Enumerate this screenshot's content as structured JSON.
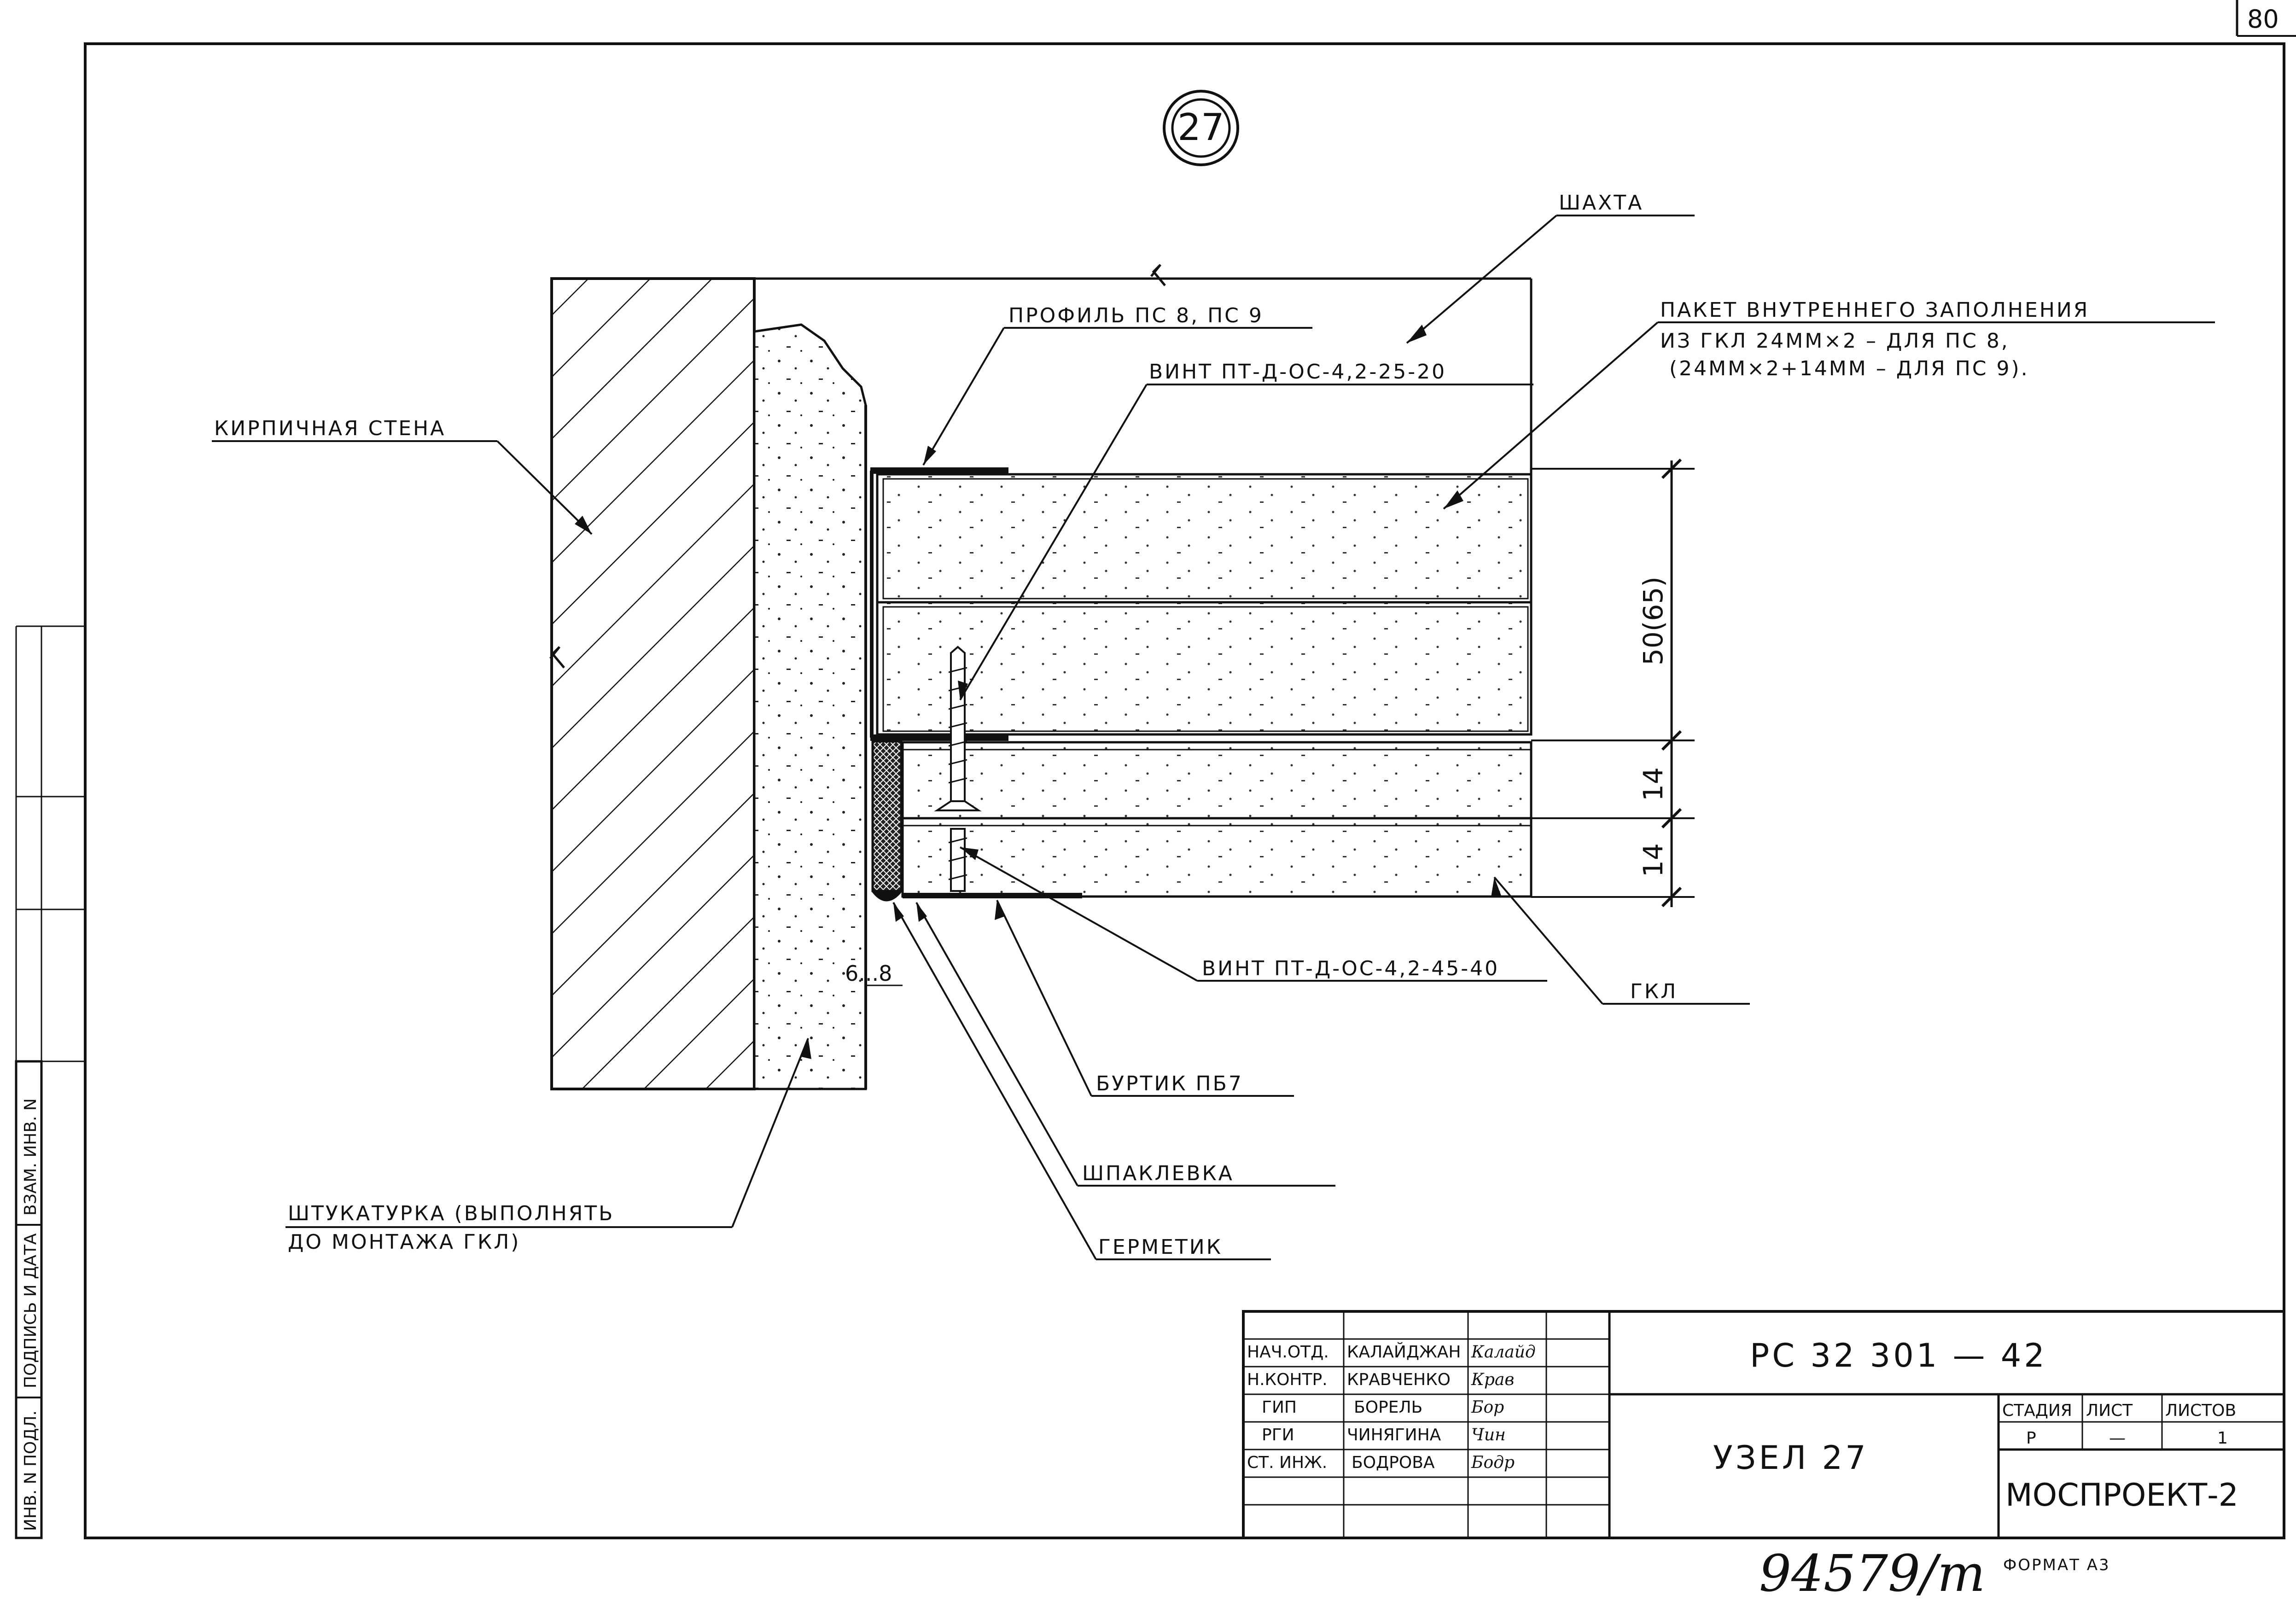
{
  "sheet": {
    "page_number": "80",
    "node_number": "27",
    "handwritten_number": "94579/т",
    "format": "ФОРМАТ А3"
  },
  "labels": {
    "shaft": "ШАХТА",
    "profile": "ПРОФИЛЬ ПС 8, ПС 9",
    "screw_top": "ВИНТ ПТ-Д-ОС-4,2-25-20",
    "package_line1": "ПАКЕТ ВНУТРЕННЕГО ЗАПОЛНЕНИЯ",
    "package_line2": "ИЗ ГКЛ 24ММ×2 – ДЛЯ ПС 8,",
    "package_line3": "(24ММ×2+14ММ – ДЛЯ ПС 9).",
    "brick_wall": "КИРПИЧНАЯ СТЕНА",
    "screw_bottom": "ВИНТ ПТ-Д-ОС-4,2-45-40",
    "gkl": "ГКЛ",
    "burtik": "БУРТИК ПБ7",
    "putty": "ШПАКЛЕВКА",
    "sealant": "ГЕРМЕТИК",
    "plaster_line1": "ШТУКАТУРКА (ВЫПОЛНЯТЬ",
    "plaster_line2": "ДО МОНТАЖА ГКЛ)"
  },
  "dimensions": {
    "total": "50(65)",
    "layer1": "14",
    "layer2": "14",
    "gap": "6...8"
  },
  "side_stamp": {
    "inv_podl": "ИНВ. N ПОДЛ.",
    "sign_date": "ПОДПИСЬ И ДАТА",
    "vzam_inv": "ВЗАМ. ИНВ. N"
  },
  "title_block": {
    "document_code": "РС 32 301 — 42",
    "title": "УЗЕЛ 27",
    "organization": "МОСПРОЕКТ-2",
    "stage_header": "СТАДИЯ",
    "sheet_header": "ЛИСТ",
    "sheets_header": "ЛИСТОВ",
    "stage_value": "Р",
    "sheet_value": "—",
    "sheets_value": "1",
    "people": [
      {
        "role": "НАЧ.ОТД.",
        "name": "КАЛАЙДЖАН",
        "sign": "Калайд"
      },
      {
        "role": "Н.КОНТР.",
        "name": "КРАВЧЕНКО",
        "sign": "Крав"
      },
      {
        "role": "ГИП",
        "name": "БОРЕЛЬ",
        "sign": "Бор"
      },
      {
        "role": "РГИ",
        "name": "ЧИНЯГИНА",
        "sign": "Чин"
      },
      {
        "role": "СТ. ИНЖ.",
        "name": "БОДРОВА",
        "sign": "Бодр"
      }
    ]
  }
}
